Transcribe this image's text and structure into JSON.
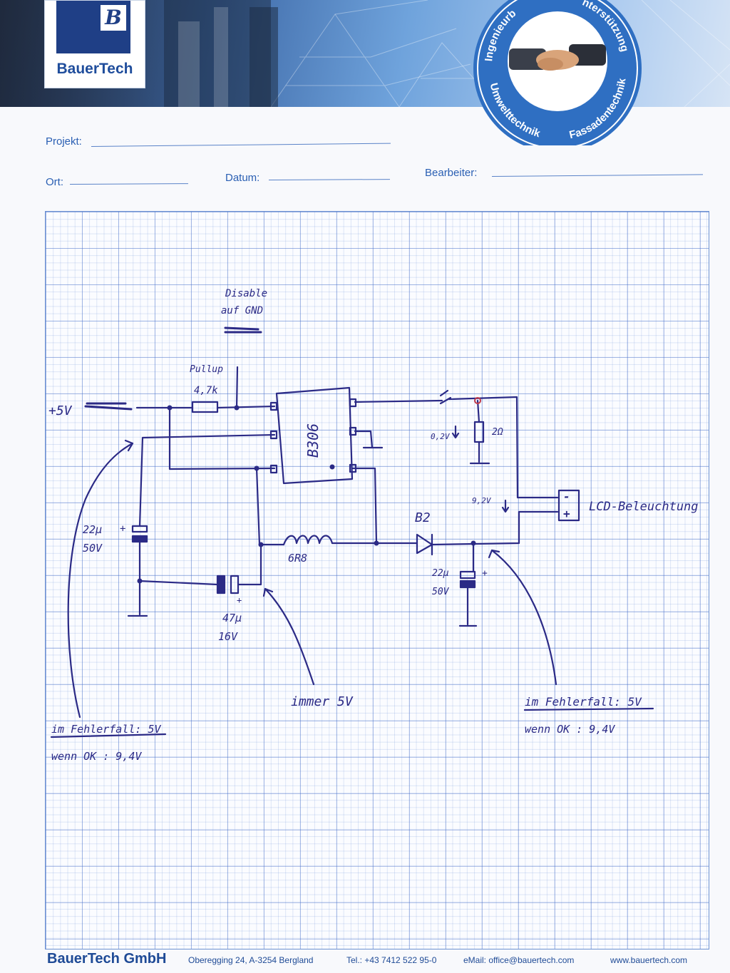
{
  "letterhead": {
    "logo_text": "BauerTech",
    "logo_letter": "B",
    "seal_text": [
      "Ingenieurb",
      "nterstützung",
      "Umwelttechnik",
      "Fassadentechnik"
    ]
  },
  "form": {
    "projekt_label": "Projekt:",
    "ort_label": "Ort:",
    "datum_label": "Datum:",
    "bearbeiter_label": "Bearbeiter:"
  },
  "schematic": {
    "disable_note": [
      "Disable",
      "auf GND"
    ],
    "pullup_label": "Pullup",
    "pullup_value": "4,7k",
    "input_label": "+5V",
    "ic_label": "B306",
    "input_cap": [
      "22µ",
      "50V"
    ],
    "input_cap_polarity": "+",
    "output_cap": [
      "47µ",
      "16V"
    ],
    "output_cap_polarity": "+",
    "inductor_label": "6R8",
    "diode_label": "B2",
    "diode_cap": [
      "22µ",
      "50V"
    ],
    "diode_cap_polarity": "+",
    "resistor_label": "2Ω",
    "voltage_drop_1": "0,2V",
    "voltage_drop_2": "9,2V",
    "lcd_label": "LCD-Beleuchtung",
    "connector_minus": "-",
    "connector_plus": "+",
    "note_center": "immer 5V",
    "note_right": [
      "im Fehlerfall: 5V",
      "wenn OK : 9,4V"
    ],
    "note_left": [
      "im Fehlerfall: 5V",
      "wenn OK : 9,4V"
    ]
  },
  "footer": {
    "company": "BauerTech GmbH",
    "address": "Oberegging 24, A-3254 Bergland",
    "phone": "Tel.: +43 7412 522 95-0",
    "email": "eMail: office@bauertech.com",
    "web": "www.bauertech.com"
  },
  "colors": {
    "ink": "#2b2a86",
    "grid": "#466ec8",
    "brand": "#1f4d9c"
  }
}
